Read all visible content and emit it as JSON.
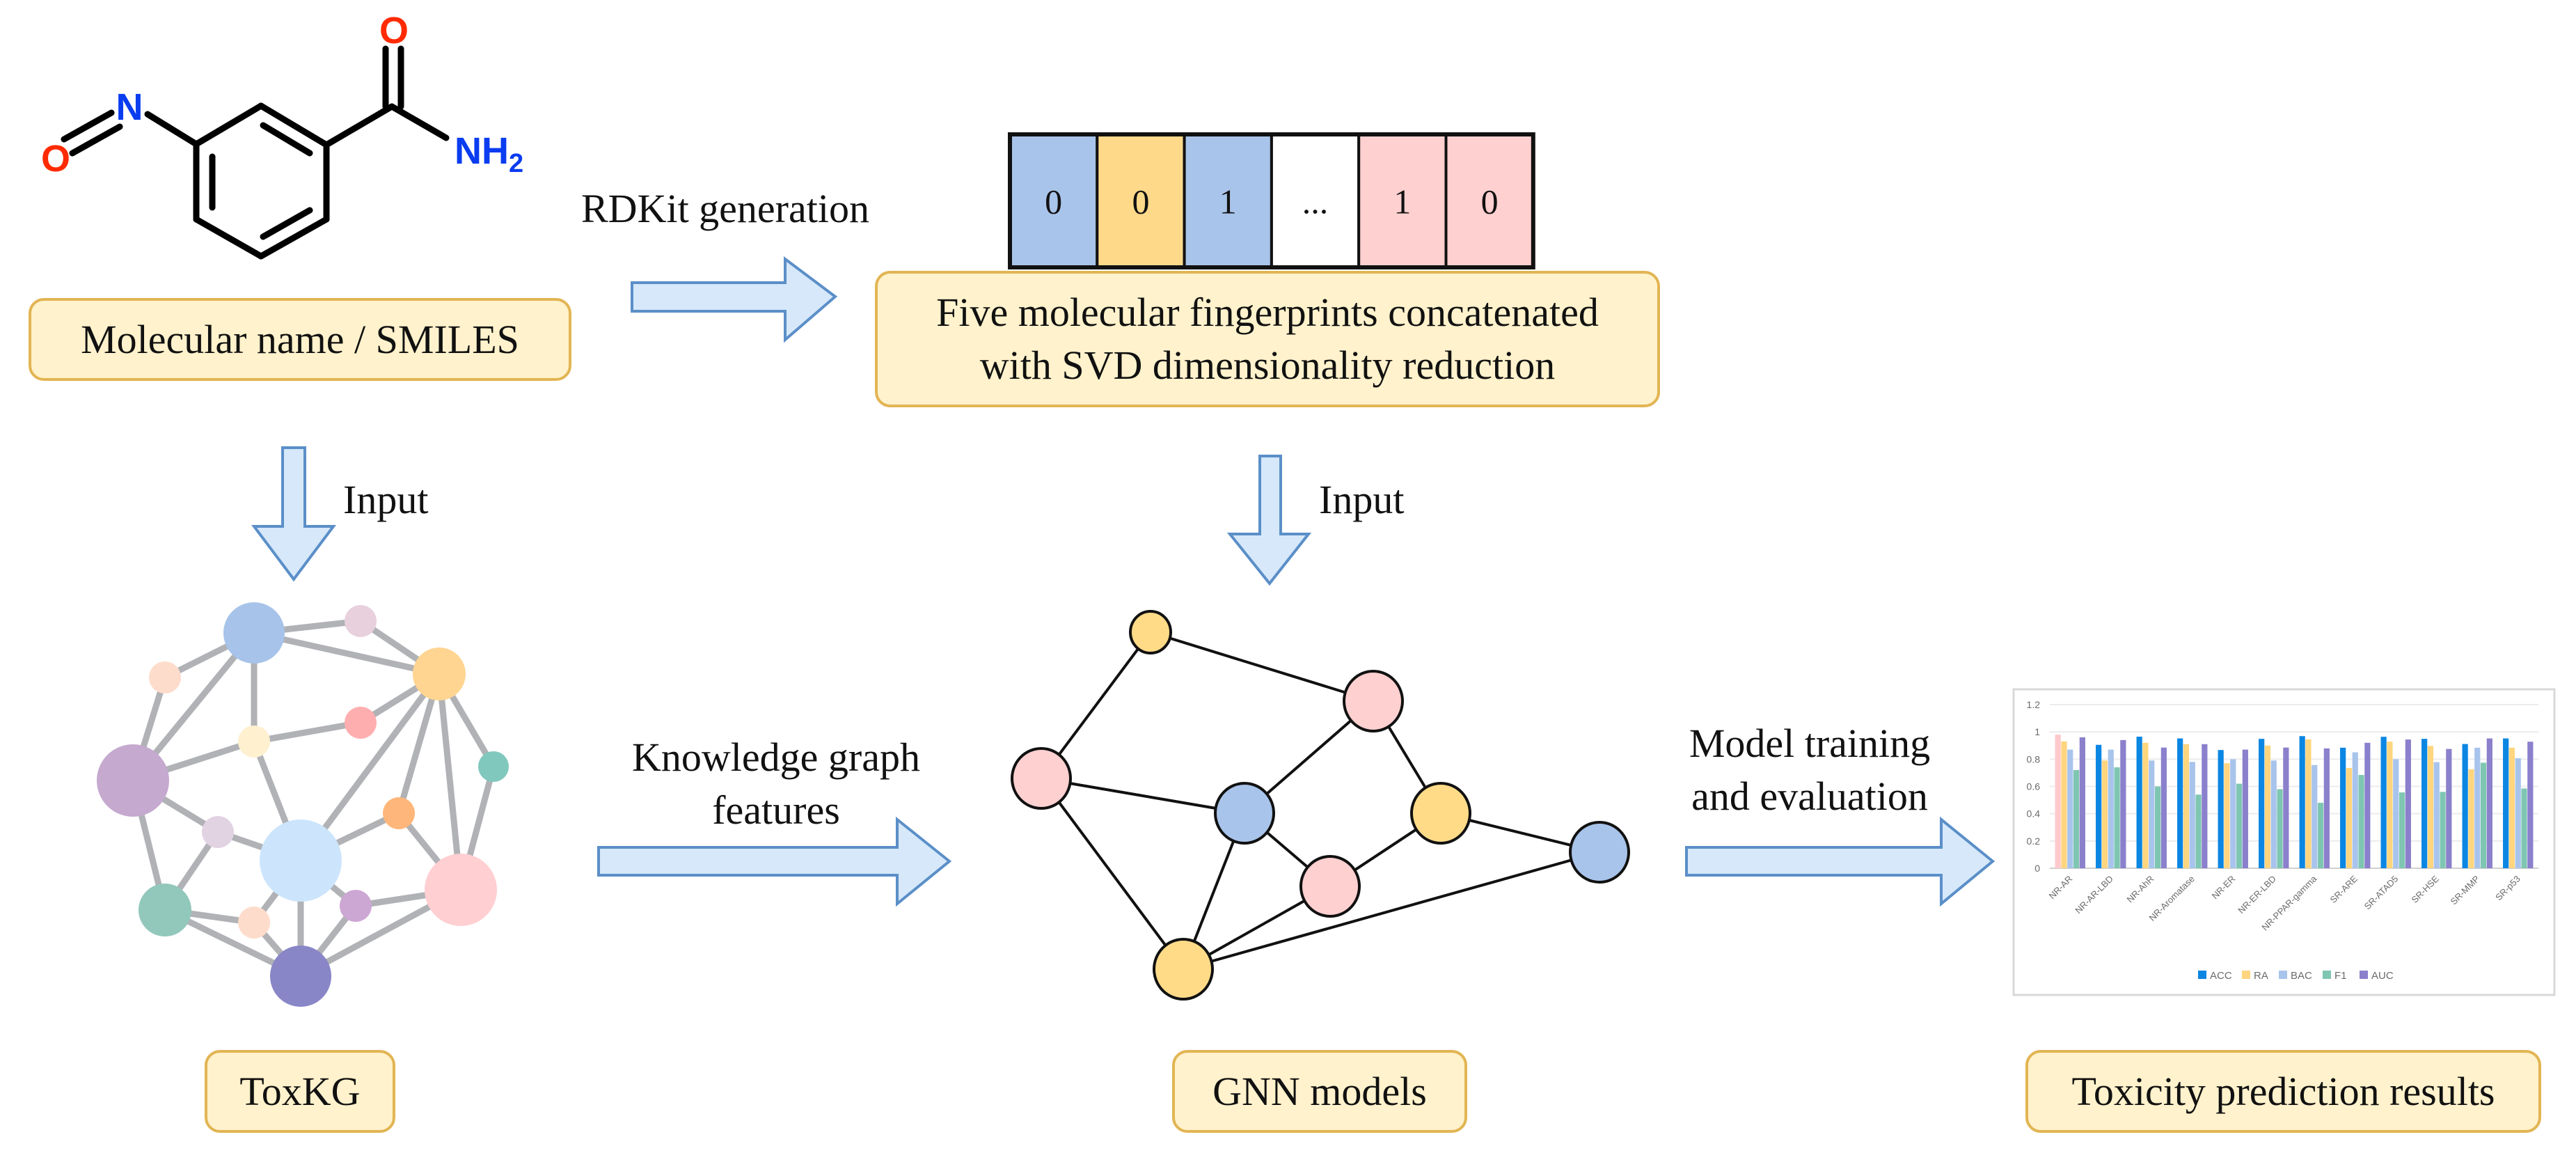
{
  "molecule": {
    "atoms": {
      "nitroso_n": "N",
      "nitroso_o": "O",
      "carbonyl_o": "O",
      "amide_n": "NH",
      "amide_sub": "2"
    },
    "colors": {
      "oxygen": "#ff2a00",
      "nitrogen": "#0a3cf0",
      "bond": "#000000"
    }
  },
  "boxes": {
    "molecular_input": "Molecular name / SMILES",
    "fingerprints_line1": "Five molecular fingerprints concatenated",
    "fingerprints_line2": "with SVD dimensionality reduction",
    "toxkg": "ToxKG",
    "gnn": "GNN models",
    "results": "Toxicity prediction results"
  },
  "arrows": {
    "rdkit": "RDKit generation",
    "input_left": "Input",
    "input_right": "Input",
    "kg_features_line1": "Knowledge graph",
    "kg_features_line2": "features",
    "training_line1": "Model training",
    "training_line2": "and evaluation"
  },
  "fingerprint_vector": {
    "cells": [
      {
        "value": "0",
        "color": "#a9c4ea"
      },
      {
        "value": "0",
        "color": "#ffd98a"
      },
      {
        "value": "1",
        "color": "#a9c4ea"
      },
      {
        "value": "...",
        "color": "#ffffff"
      },
      {
        "value": "1",
        "color": "#ffd0d0"
      },
      {
        "value": "0",
        "color": "#ffd0d0"
      }
    ]
  },
  "colors": {
    "box_fill": "#fff2cc",
    "box_border": "#e2b553",
    "arrow_fill": "#d6e8fa",
    "arrow_stroke": "#5b8fc8",
    "kg_edge": "#b0b2b6",
    "gnn_pink": "#ffd0d0",
    "gnn_blue": "#a9c4ea",
    "gnn_yellow": "#ffdb88"
  },
  "knowledge_graph": {
    "nodes": [
      {
        "id": "a",
        "color": "#a7c3e9"
      },
      {
        "id": "b",
        "color": "#e8d0dc"
      },
      {
        "id": "c",
        "color": "#fedccb"
      },
      {
        "id": "d",
        "color": "#ffd591"
      },
      {
        "id": "e",
        "color": "#ffaeb0"
      },
      {
        "id": "f",
        "color": "#fff0d0"
      },
      {
        "id": "g",
        "color": "#c5a9cf"
      },
      {
        "id": "h",
        "color": "#80c8bd"
      },
      {
        "id": "i",
        "color": "#ffb67a"
      },
      {
        "id": "j",
        "color": "#e2d3e3"
      },
      {
        "id": "k",
        "color": "#cce5fc"
      },
      {
        "id": "l",
        "color": "#ffcfd2"
      },
      {
        "id": "m",
        "color": "#92c8bb"
      },
      {
        "id": "n",
        "color": "#fedccb"
      },
      {
        "id": "o",
        "color": "#cca7d3"
      },
      {
        "id": "p",
        "color": "#8986c7"
      }
    ],
    "edges": [
      [
        "a",
        "b"
      ],
      [
        "a",
        "d"
      ],
      [
        "a",
        "c"
      ],
      [
        "a",
        "g"
      ],
      [
        "a",
        "f"
      ],
      [
        "b",
        "d"
      ],
      [
        "d",
        "e"
      ],
      [
        "d",
        "k"
      ],
      [
        "d",
        "i"
      ],
      [
        "d",
        "l"
      ],
      [
        "d",
        "h"
      ],
      [
        "e",
        "f"
      ],
      [
        "f",
        "g"
      ],
      [
        "f",
        "k"
      ],
      [
        "c",
        "g"
      ],
      [
        "g",
        "j"
      ],
      [
        "g",
        "m"
      ],
      [
        "j",
        "k"
      ],
      [
        "j",
        "m"
      ],
      [
        "h",
        "l"
      ],
      [
        "i",
        "k"
      ],
      [
        "i",
        "l"
      ],
      [
        "k",
        "o"
      ],
      [
        "k",
        "n"
      ],
      [
        "k",
        "p"
      ],
      [
        "o",
        "l"
      ],
      [
        "o",
        "p"
      ],
      [
        "m",
        "n"
      ],
      [
        "m",
        "p"
      ],
      [
        "n",
        "p"
      ],
      [
        "l",
        "p"
      ]
    ]
  },
  "gnn_graph": {
    "nodes": [
      {
        "id": "y1",
        "type": "yellow"
      },
      {
        "id": "p1",
        "type": "pink"
      },
      {
        "id": "p2",
        "type": "pink"
      },
      {
        "id": "b1",
        "type": "blue"
      },
      {
        "id": "y2",
        "type": "yellow"
      },
      {
        "id": "b2",
        "type": "blue"
      },
      {
        "id": "p3",
        "type": "pink"
      },
      {
        "id": "y3",
        "type": "yellow"
      }
    ],
    "edges": [
      [
        "y1",
        "p2"
      ],
      [
        "y1",
        "p1"
      ],
      [
        "p2",
        "b1"
      ],
      [
        "p2",
        "y3"
      ],
      [
        "p1",
        "b1"
      ],
      [
        "p1",
        "y2"
      ],
      [
        "b1",
        "p3"
      ],
      [
        "b1",
        "y3"
      ],
      [
        "y2",
        "p3"
      ],
      [
        "y2",
        "b2"
      ],
      [
        "p3",
        "y3"
      ],
      [
        "b2",
        "y3"
      ]
    ]
  },
  "chart_data": {
    "type": "bar",
    "title": "",
    "xlabel": "",
    "ylabel": "",
    "ylim": [
      0,
      1.2
    ],
    "yticks": [
      "0",
      "0.2",
      "0.4",
      "0.6",
      "0.8",
      "1",
      "1.2"
    ],
    "grid": true,
    "legend_position": "bottom",
    "categories": [
      "NR-AR",
      "NR-AR-LBD",
      "NR-AhR",
      "NR-Aromatase",
      "NR-ER",
      "NR-ER-LBD",
      "NR-PPAR-gamma",
      "SR-ARE",
      "SR-ATAD5",
      "SR-HSE",
      "SR-MMP",
      "SR-p53"
    ],
    "series": [
      {
        "name": "ACC",
        "color": "#0b86e3",
        "values": [
          0.98,
          0.905,
          0.965,
          0.952,
          0.867,
          0.949,
          0.969,
          0.884,
          0.964,
          0.949,
          0.911,
          0.952
        ]
      },
      {
        "name": "RA",
        "color": "#ffd57e",
        "values": [
          0.93,
          0.79,
          0.92,
          0.91,
          0.77,
          0.9,
          0.945,
          0.735,
          0.928,
          0.897,
          0.726,
          0.884
        ]
      },
      {
        "name": "BAC",
        "color": "#a8c4ec",
        "values": [
          0.87,
          0.87,
          0.79,
          0.78,
          0.8,
          0.79,
          0.757,
          0.85,
          0.8,
          0.778,
          0.884,
          0.807
        ]
      },
      {
        "name": "F1",
        "color": "#7fc6b2",
        "values": [
          0.72,
          0.74,
          0.6,
          0.54,
          0.62,
          0.58,
          0.48,
          0.684,
          0.556,
          0.56,
          0.774,
          0.585
        ]
      },
      {
        "name": "AUC",
        "color": "#8a80cc",
        "values": [
          0.96,
          0.94,
          0.885,
          0.91,
          0.87,
          0.885,
          0.879,
          0.92,
          0.944,
          0.875,
          0.952,
          0.928
        ]
      }
    ],
    "highlight": {
      "series": "ACC",
      "category": "NR-AR",
      "color": "#ffc9cc"
    }
  }
}
